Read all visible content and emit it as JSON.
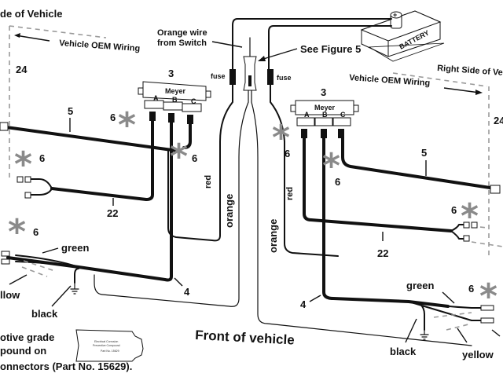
{
  "diagram": {
    "title": "Front of vehicle",
    "left_side_label": "de of Vehicle",
    "right_side_label": "Right Side of Ve",
    "oem_wiring_left": "Vehicle OEM Wiring",
    "oem_wiring_right": "Vehicle OEM Wiring",
    "orange_wire_line1": "Orange wire",
    "orange_wire_line2": "from Switch",
    "see_figure": "See Figure 5",
    "fuse_left": "fuse",
    "fuse_right": "fuse",
    "battery_label": "BATTERY",
    "battery_terminal": "+",
    "module_number_left": "3",
    "module_number_right": "3",
    "module_brand": "Meyer",
    "module_ports": [
      "A",
      "B",
      "C"
    ],
    "callouts": {
      "n24_left": "24",
      "n24_right": "24",
      "n5_left": "5",
      "n5_right": "5",
      "n22_left": "22",
      "n22_right": "22",
      "n4_left": "4",
      "n4_right": "4",
      "n6": "6"
    },
    "asterisk": "*",
    "wire_colors": {
      "red_left": "red",
      "red_right": "red",
      "orange_left": "orange",
      "orange_right": "orange",
      "green_left": "green",
      "green_right": "green",
      "black_left": "black",
      "black_right": "black",
      "yellow_left": "llow",
      "yellow_right": "yellow"
    },
    "note_lines": [
      "otive grade",
      "pound on",
      "onnectors (Part No. 15629)."
    ],
    "tube_label_lines": [
      "Electrical Corrosion",
      "Preventive Compound",
      "Part No. 15629"
    ],
    "colors": {
      "wire": "#111111",
      "asterisk": "#8a8a8a",
      "oem_dashed": "#9a9a9a"
    }
  }
}
